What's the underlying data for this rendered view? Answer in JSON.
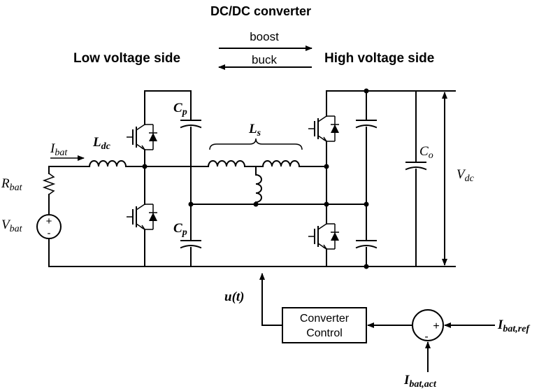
{
  "title": "DC/DC converter",
  "direction": {
    "forward": "boost",
    "reverse": "buck"
  },
  "sides": {
    "low": "Low voltage side",
    "high": "High voltage side"
  },
  "battery": {
    "current_main": "I",
    "current_sub": "bat",
    "resistor_main": "R",
    "resistor_sub": "bat",
    "voltage_main": "V",
    "voltage_sub": "bat",
    "plus": "+",
    "minus": "-"
  },
  "components": {
    "ldc_main": "L",
    "ldc_sub": "dc",
    "ls_main": "L",
    "ls_sub": "s",
    "cp_top_main": "C",
    "cp_top_sub": "p",
    "cp_bot_main": "C",
    "cp_bot_sub": "p",
    "co_main": "C",
    "co_sub": "o",
    "vdc_main": "V",
    "vdc_sub": "dc"
  },
  "control": {
    "block_line1": "Converter",
    "block_line2": "Control",
    "output": "u(t)",
    "ref_main": "I",
    "ref_sub": "bat,ref",
    "act_main": "I",
    "act_sub": "bat,act",
    "sum_plus": "+",
    "sum_minus": "-"
  }
}
